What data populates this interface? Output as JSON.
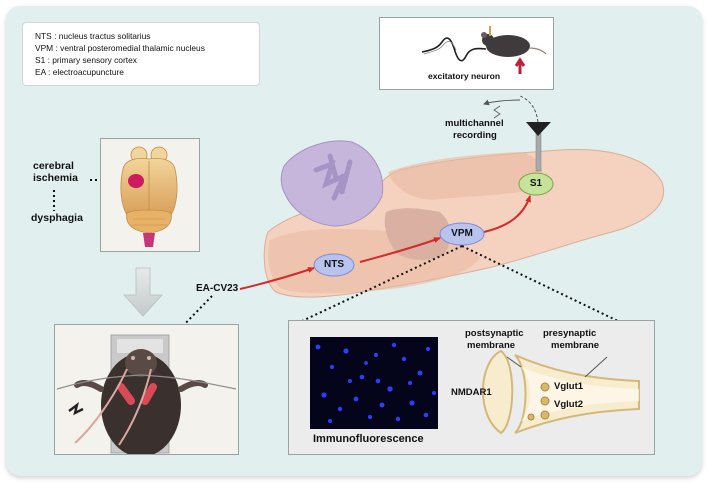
{
  "legend": {
    "nts": "NTS : nucleus tractus solitarius",
    "vpm": "VPM : ventral posteromedial thalamic nucleus",
    "s1": "S1 : primary sensory cortex",
    "ea": "EA : electroacupuncture"
  },
  "left": {
    "cerebral_ischemia_1": "cerebral",
    "cerebral_ischemia_2": "ischemia",
    "dysphagia": "dysphagia"
  },
  "top": {
    "excitatory_neuron": "excitatory neuron",
    "multichannel_1": "multichannel",
    "multichannel_2": "recording"
  },
  "nodes": {
    "nts": "NTS",
    "vpm": "VPM",
    "s1": "S1",
    "ea": "EA-CV23"
  },
  "bottom": {
    "postsynaptic_1": "postsynaptic",
    "postsynaptic_2": "membrane",
    "presynaptic_1": "presynaptic",
    "presynaptic_2": "membrane",
    "nmdar1": "NMDAR1",
    "vglut1": "Vglut1",
    "vglut2": "Vglut2",
    "immunofluorescence": "Immunofluorescence"
  },
  "colors": {
    "background": "#e2efef",
    "arrow": "#d42a2a",
    "node_fill": "#b8c4ee",
    "s1_fill": "#c5e39a",
    "cerebellum": "#c7b6dc"
  }
}
